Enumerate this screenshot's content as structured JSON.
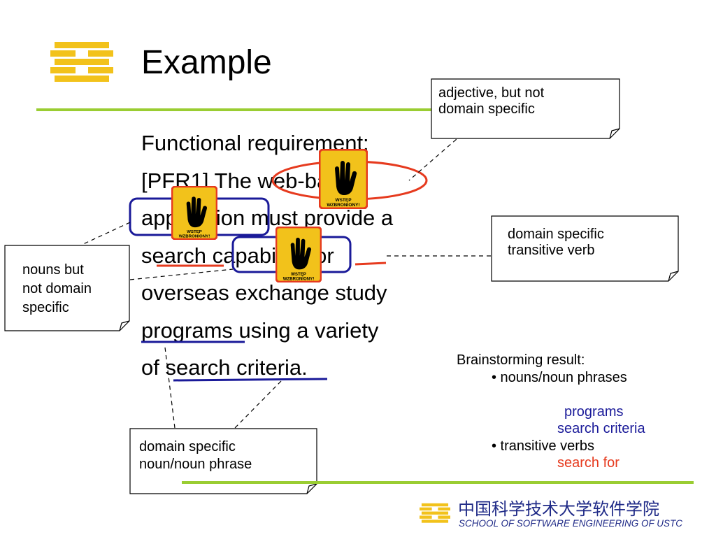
{
  "slide": {
    "title": "Example",
    "body_lines": [
      "Functional requirement:",
      "[PFR1] The web-based",
      "application must provide a",
      "search capability for",
      "overseas exchange study",
      "programs using a variety",
      "of search criteria."
    ]
  },
  "callouts": {
    "adjective": [
      "adjective, but not",
      "domain specific"
    ],
    "transitive": [
      "domain specific",
      "transitive verb"
    ],
    "nouns": [
      "nouns but",
      "not domain",
      "specific"
    ],
    "domain_noun": [
      "domain specific",
      "noun/noun phrase"
    ]
  },
  "stop_sign": {
    "line1": "WSTĘP",
    "line2": "WZBRONIONY!"
  },
  "brainstorm": {
    "heading": "Brainstorming result:",
    "bullet1": "• nouns/noun phrases",
    "noun_items": [
      "programs",
      "search criteria"
    ],
    "bullet2": "• transitive verbs",
    "verb_items": [
      "search for"
    ]
  },
  "footer": {
    "chinese_name": "中国科学技术大学软件学院",
    "english_name": "SCHOOL OF SOFTWARE ENGINEERING OF USTC"
  },
  "colors": {
    "rule": "#9acd32",
    "logo": "#f2c21b",
    "blue_mark": "#1a1a99",
    "red_mark": "#e63a1e",
    "footer_text": "#1f2a87"
  }
}
